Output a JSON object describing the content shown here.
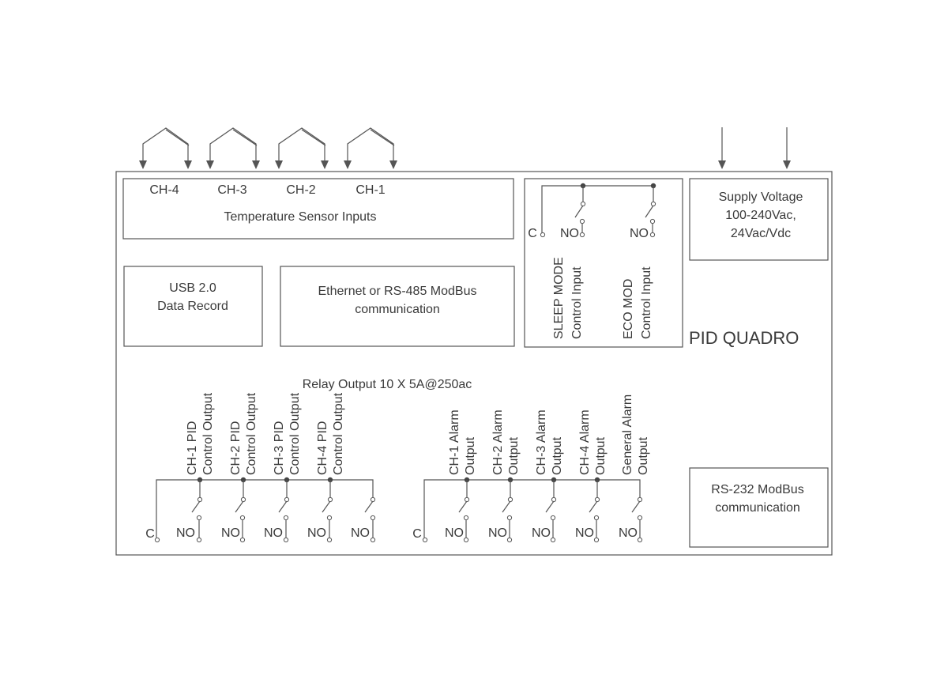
{
  "device_title": "PID QUADRO",
  "temperature": {
    "channels": [
      "CH-4",
      "CH-3",
      "CH-2",
      "CH-1"
    ],
    "label": "Temperature Sensor Inputs"
  },
  "supply": {
    "line1": "Supply Voltage",
    "line2": "100-240Vac,",
    "line3": "24Vac/Vdc"
  },
  "usb": {
    "line1": "USB 2.0",
    "line2": "Data Record"
  },
  "ethernet": {
    "line1": "Ethernet or RS-485 ModBus",
    "line2": "communication"
  },
  "control_inputs": {
    "common": "C",
    "contacts": [
      "NO",
      "NO"
    ],
    "labels": [
      {
        "line1": "SLEEP MODE",
        "line2": "Control Input"
      },
      {
        "line1": "ECO MOD",
        "line2": "Control Input"
      }
    ]
  },
  "relay": {
    "title": "Relay Output 10 X 5A@250ac",
    "pid_outputs": [
      {
        "line1": "CH-1 PID",
        "line2": "Control Output"
      },
      {
        "line1": "CH-2 PID",
        "line2": "Control Output"
      },
      {
        "line1": "CH-3 PID",
        "line2": "Control Output"
      },
      {
        "line1": "CH-4 PID",
        "line2": "Control Output"
      }
    ],
    "alarm_outputs": [
      {
        "line1": "CH-1 Alarm",
        "line2": "Output"
      },
      {
        "line1": "CH-2 Alarm",
        "line2": "Output"
      },
      {
        "line1": "CH-3 Alarm",
        "line2": "Output"
      },
      {
        "line1": "CH-4 Alarm",
        "line2": "Output"
      },
      {
        "line1": "General Alarm",
        "line2": "Output"
      }
    ],
    "common": "C",
    "contact": "NO"
  },
  "rs232": {
    "line1": "RS-232 ModBus",
    "line2": "communication"
  }
}
